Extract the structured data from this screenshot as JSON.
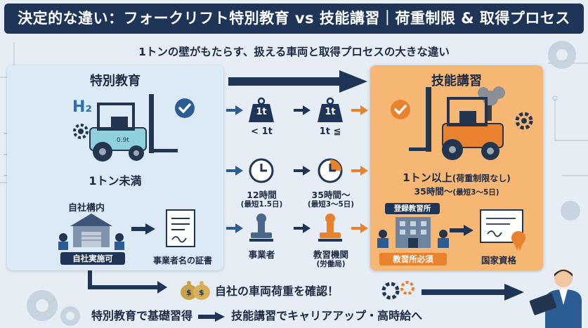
{
  "header": {
    "title": "決定的な違い：フォークリフト特別教育 vs 技能講習｜荷重制限 & 取得プロセス",
    "subtitle": "1トンの壁がもたらす、扱える車両と取得プロセスの大きな違い"
  },
  "left_panel": {
    "heading": "特別教育",
    "h2_label": "H₂",
    "capacity": "1トン未満",
    "location_label": "自社構内",
    "location_badge": "自社実施可",
    "certificate_label": "事業者名の証書"
  },
  "middle": {
    "weight_badge_1": "1t",
    "weight_label_1": "< 1t",
    "weight_badge_2": "1t",
    "weight_label_2": "1t ≦",
    "hours_1": "12時間",
    "hours_1_note": "(最短1.5日)",
    "hours_2": "35時間〜",
    "hours_2_note": "(最短3〜5日)",
    "issuer_1": "事業者",
    "issuer_2": "教習機関",
    "issuer_2_note": "(労働局)"
  },
  "right_panel": {
    "heading": "技能講習",
    "capacity": "1トン以上",
    "capacity_note": "(荷重制限なし)",
    "hours": "35時間〜",
    "hours_note": "(最短3〜5日)",
    "school_badge": "登録教習所",
    "school_required": "教習所必須",
    "license_label": "国家資格"
  },
  "bottom": {
    "check_text": "自社の車両荷重を確認！",
    "career_part1": "特別教育で基礎習得",
    "career_part2": "技能講習でキャリアアップ・高時給へ"
  },
  "colors": {
    "navy": "#1f3557",
    "light_blue_panel": "#dbeaf5",
    "orange_panel": "#f6b774",
    "orange_accent": "#e8822e",
    "teal_forklift": "#8fd0dc"
  }
}
